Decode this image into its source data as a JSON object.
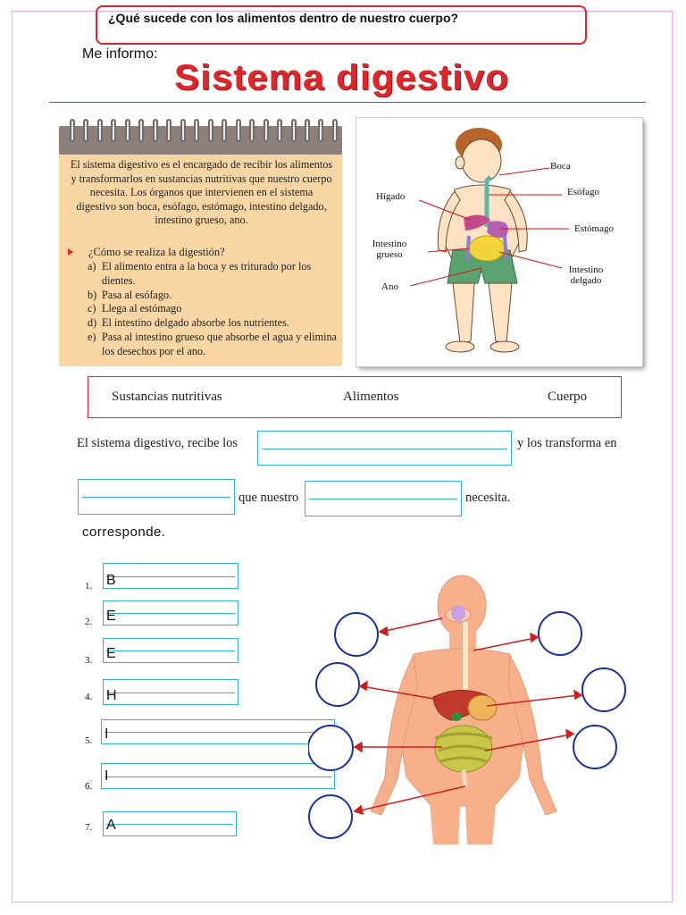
{
  "header": {
    "question": "¿Qué sucede con los alimentos dentro de nuestro cuerpo?",
    "me_informo": "Me informo:",
    "title": "Sistema  digestivo"
  },
  "notebook": {
    "intro": "El sistema digestivo es el encargado de recibir los alimentos y transformarlos en sustancias nutritivas  que nuestro cuerpo necesita. Los órganos que intervienen en el sistema digestivo son boca, esófago, estómago, intestino delgado, intestino grueso, ano.",
    "question": "¿Cómo  se realiza la digestión?",
    "steps": [
      {
        "letter": "a)",
        "text": "El alimento entra a la boca y es triturado por los dientes."
      },
      {
        "letter": "b)",
        "text": "Pasa al esófago."
      },
      {
        "letter": "c)",
        "text": "Llega al estómago"
      },
      {
        "letter": "d)",
        "text": "El intestino delgado absorbe los nutrientes."
      },
      {
        "letter": "e)",
        "text": "Pasa al intestino grueso que absorbe el agua y elimina los desechos por el ano."
      }
    ]
  },
  "child_labels": {
    "boca": "Boca",
    "esofago": "Esófago",
    "higado": "Hígado",
    "estomago": "Estómago",
    "intestino_grueso": "Intestino grueso",
    "intestino_delgado": "Intestino delgado",
    "ano": "Ano"
  },
  "word_bank": [
    "Sustancias  nutritivas",
    "Alimentos",
    "Cuerpo"
  ],
  "fill_sentence": {
    "part1": "El sistema  digestivo,  recibe  los",
    "part2": "y  los  transforma    en",
    "part3": "que nuestro",
    "part4": "necesita."
  },
  "corresponde": "corresponde.",
  "answers": [
    {
      "num": "1.",
      "value": "B"
    },
    {
      "num": "2.",
      "value": "E"
    },
    {
      "num": "3.",
      "value": "E"
    },
    {
      "num": "4.",
      "value": "H"
    },
    {
      "num": "5.",
      "value": "I"
    },
    {
      "num": "6.",
      "value": "I"
    },
    {
      "num": "7.",
      "value": "A"
    }
  ]
}
